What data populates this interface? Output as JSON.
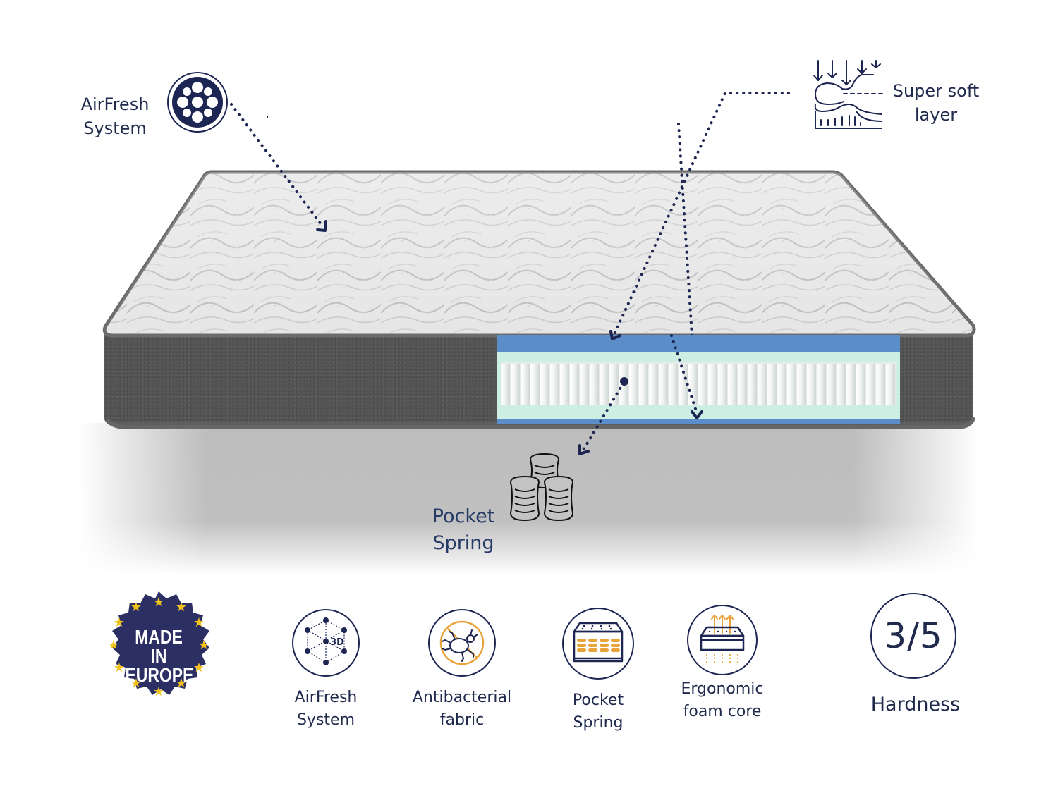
{
  "callouts": {
    "airfresh": {
      "line1": "AirFresh",
      "line2": "System",
      "icon": "airflow-holes-icon"
    },
    "super_soft": {
      "line1": "Super soft",
      "line2": "layer",
      "icon": "pressure-layer-icon"
    },
    "pocket_spring": {
      "line1": "Pocket",
      "line2": "Spring",
      "icon": "coil-springs-icon"
    }
  },
  "badge": {
    "line1": "MADE IN",
    "line2": "EUROPE",
    "stars": 12
  },
  "features": [
    {
      "line1": "AirFresh",
      "line2": "System",
      "icon": "3d-mesh-icon",
      "badge": "3D"
    },
    {
      "line1": "Antibacterial",
      "line2": "fabric",
      "icon": "no-mites-icon"
    },
    {
      "line1": "Pocket",
      "line2": "Spring",
      "icon": "mattress-springs-icon"
    },
    {
      "line1": "Ergonomic",
      "line2": "foam core",
      "icon": "foam-ventilation-icon"
    }
  ],
  "hardness": {
    "value": "3/5",
    "label": "Hardness"
  },
  "colors": {
    "navy": "#1d2553",
    "text": "#1f2a4d",
    "accent_orange": "#e8a33a",
    "cs_blue": "#5b8ec9",
    "cs_mint": "#cdeee2",
    "badge_star": "#f2c21b"
  }
}
